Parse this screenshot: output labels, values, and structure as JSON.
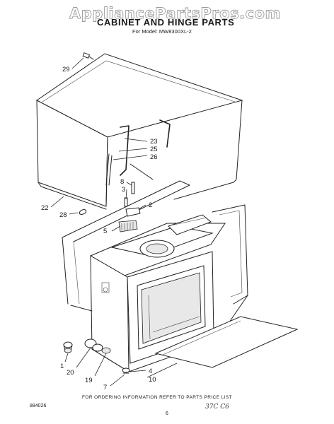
{
  "watermark": "AppliancePartsPros.com",
  "title": "CABINET AND HINGE PARTS",
  "subtitle": "For Model: MW8300XL-2",
  "callouts": {
    "c29": "29",
    "c23": "23",
    "c25": "25",
    "c26": "26",
    "c8": "8",
    "c3": "3",
    "c2": "2",
    "c22": "22",
    "c28": "28",
    "c5": "5",
    "c1": "1",
    "c20": "20",
    "c19": "19",
    "c4": "4",
    "c10": "10",
    "c7": "7"
  },
  "footer_note": "FOR ORDERING INFORMATION REFER TO PARTS PRICE LIST",
  "doc_number": "884026",
  "page_number": "6",
  "handwritten": "37C C6"
}
